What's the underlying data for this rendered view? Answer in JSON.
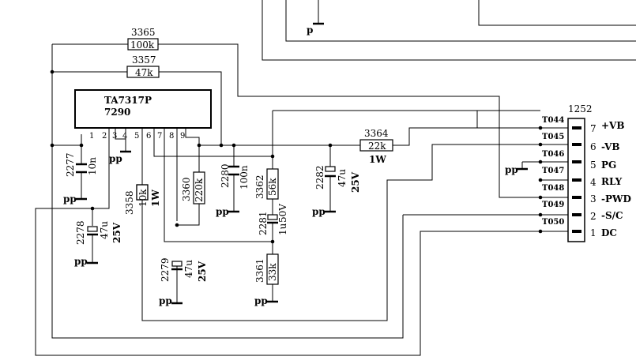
{
  "ic": {
    "name": "TA7317P",
    "ref": "7290",
    "pins": [
      "1",
      "2",
      "3",
      "4",
      "5",
      "6",
      "7",
      "8",
      "9"
    ]
  },
  "resistors": {
    "r3365": {
      "ref": "3365",
      "value": "100k"
    },
    "r3357": {
      "ref": "3357",
      "value": "47k"
    },
    "r3364": {
      "ref": "3364",
      "value": "22k",
      "rating": "1W"
    },
    "r3358": {
      "ref": "3358",
      "value": "10k",
      "rating": "1W"
    },
    "r3360": {
      "ref": "3360",
      "value": "220k"
    },
    "r3362": {
      "ref": "3362",
      "value": "56k"
    },
    "r3361": {
      "ref": "3361",
      "value": "33k"
    }
  },
  "capacitors": {
    "c2277": {
      "ref": "2277",
      "value": "10n"
    },
    "c2278": {
      "ref": "2278",
      "value": "47u",
      "rating": "25V"
    },
    "c2279": {
      "ref": "2279",
      "value": "47u",
      "rating": "25V"
    },
    "c2280": {
      "ref": "2280",
      "value": "100n"
    },
    "c2281": {
      "ref": "2281",
      "value": "1u",
      "rating": "50V"
    },
    "c2282": {
      "ref": "2282",
      "value": "47u",
      "rating": "25V"
    }
  },
  "ground_label": "pp",
  "top_label": "p",
  "connector": {
    "ref": "1252",
    "pins": [
      {
        "num": "7",
        "signal": "+VB",
        "test": "T044"
      },
      {
        "num": "6",
        "signal": "-VB",
        "test": "T045"
      },
      {
        "num": "5",
        "signal": "PG",
        "test": "T046"
      },
      {
        "num": "4",
        "signal": "RLY",
        "test": "T047"
      },
      {
        "num": "3",
        "signal": "-PWD",
        "test": "T048"
      },
      {
        "num": "2",
        "signal": "-S/C",
        "test": "T049"
      },
      {
        "num": "1",
        "signal": "DC",
        "test": "T050"
      }
    ]
  },
  "colors": {
    "line": "#000000",
    "background": "#ffffff"
  }
}
